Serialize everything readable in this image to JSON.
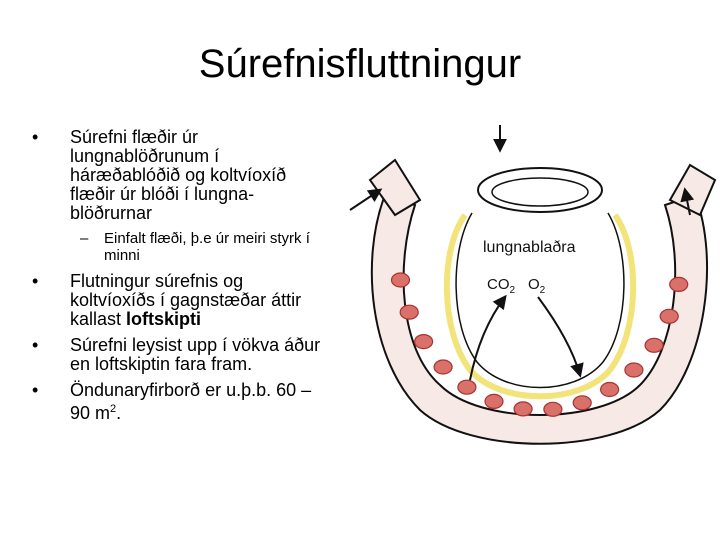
{
  "slide": {
    "title": "Súrefnisfluttningur",
    "bullet1": {
      "lines": [
        "Súrefni flæðir úr",
        "lungnablöðrunum í",
        "háræðablóðið og koltvíoxíð",
        "flæðir úr blóði í lungna-",
        "blöðrurnar"
      ]
    },
    "sub1": {
      "lines": [
        "Einfalt flæði, þ.e úr meiri styrk í",
        "minni"
      ]
    },
    "bullet2": {
      "line1": "Flutningur súrefnis og",
      "line2": "koltvíoxíðs í gagnstæðar áttir",
      "line3_prefix": "kallast ",
      "line3_bold": "loftskipti"
    },
    "bullet3": {
      "lines": [
        "Súrefni leysist upp í vökva áður",
        "en loftskiptin fara fram."
      ]
    },
    "bullet4": {
      "line1": "Öndunaryfirborð er u.þ.b. 60 –",
      "line2_main": "90 m",
      "line2_sup": "2",
      "line2_end": "."
    }
  },
  "diagram": {
    "label": "lungnablaðra",
    "co2": "CO",
    "co2_sub": "2",
    "o2": "O",
    "o2_sub": "2"
  },
  "colors": {
    "cell_fill": "#d9706a",
    "nucleus": "#a83232",
    "lining": "#f2e47a",
    "ink": "#111111"
  }
}
